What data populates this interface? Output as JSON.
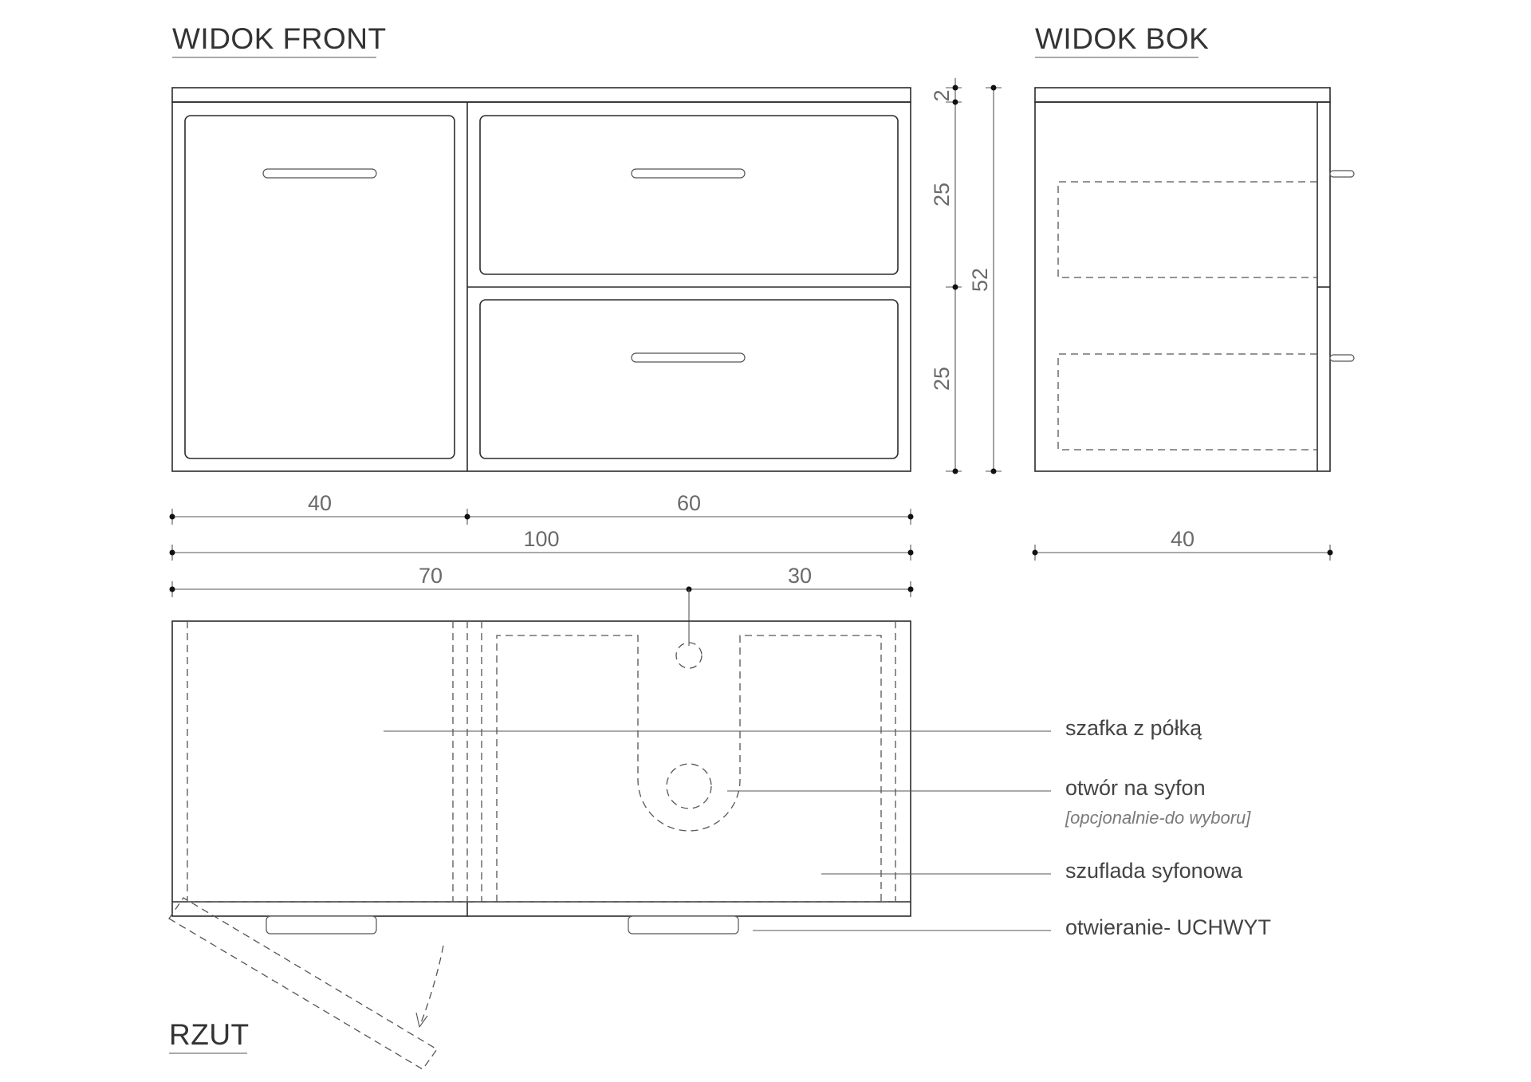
{
  "views": {
    "front_title": "WIDOK FRONT",
    "side_title": "WIDOK BOK",
    "plan_title": "RZUT"
  },
  "dimensions": {
    "front_height_top": "2",
    "front_height_drawer_1": "25",
    "front_height_drawer_2": "25",
    "front_height_total": "52",
    "front_width_left": "40",
    "front_width_right": "60",
    "front_width_total": "100",
    "side_depth": "40",
    "plan_offset_left": "70",
    "plan_offset_right": "30"
  },
  "callouts": {
    "cabinet": "szafka z półką",
    "siphon_hole": "otwór na syfon",
    "siphon_hole_note": "[opcjonalnie-do wyboru]",
    "siphon_drawer": "szuflada syfonowa",
    "opening": "otwieranie- UCHWYT"
  }
}
